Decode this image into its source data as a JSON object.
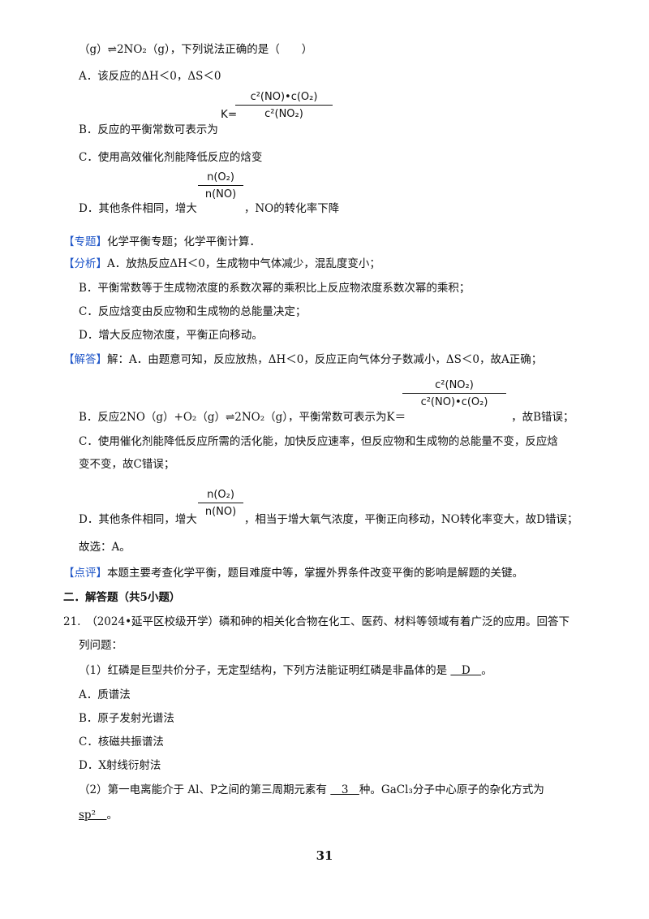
{
  "lines": {
    "l1": "（g）⇌2NO₂（g），下列说法正确的是（　　）",
    "a": "A．该反应的ΔH＜0，ΔS＜0",
    "b": "B．反应的平衡常数可表示为",
    "c": "C．使用高效催化剂能降低反应的焓变",
    "d_pre": "D．其他条件相同，增大",
    "d_post": "，NO的转化率下降",
    "zhuanti_tag": "【专题】",
    "zhuanti": "化学平衡专题；化学平衡计算．",
    "fenxi_tag": "【分析】",
    "fenxi_a": "A．放热反应ΔH＜0，生成物中气体减少，混乱度变小；",
    "fenxi_b": "B．平衡常数等于生成物浓度的系数次幂的乘积比上反应物浓度系数次幂的乘积；",
    "fenxi_c": "C．反应焓变由反应物和生成物的总能量决定；",
    "fenxi_d": "D．增大反应物浓度，平衡正向移动。",
    "jieda_tag": "【解答】",
    "jieda_a": "解：A．由题意可知，反应放热，ΔH＜0，反应正向气体分子数减小，ΔS＜0，故A正确；",
    "jieda_b_pre": "B．反应2NO（g）+O₂（g）⇌2NO₂（g），平衡常数可表示为K＝",
    "jieda_b_post": "，故B错误；",
    "jieda_c1": "C．使用催化剂能降低反应所需的活化能，加快反应速率，但反应物和生成物的总能量不变，反应焓",
    "jieda_c2": "变不变，故C错误；",
    "jieda_d_pre": "D．其他条件相同，增大",
    "jieda_d_post": "，相当于增大氧气浓度，平衡正向移动，NO转化率变大，故D错误；",
    "guxuan": "故选：A。",
    "dianping_tag": "【点评】",
    "dianping": "本题主要考查化学平衡，题目难度中等，掌握外界条件改变平衡的影响是解题的关键。",
    "section": "二．解答题（共5小题）",
    "q21_1": "21.　（2024•延平区校级开学）磷和砷的相关化合物在化工、医药、材料等领域有着广泛的应用。回答下",
    "q21_2": "列问题：",
    "q1_pre": "（1）红磷是巨型共价分子，无定型结构，下列方法能证明红磷是非晶体的是",
    "q1_ans": "　D　",
    "q1_post": "。",
    "opt_a": "A．质谱法",
    "opt_b": "B．原子发射光谱法",
    "opt_c": "C．核磁共振谱法",
    "opt_d": "D．X射线衍射法",
    "q2_pre": "（2）第一电离能介于 Al、P之间的第三周期元素有",
    "q2_ans": "　3　",
    "q2_mid": "种。GaCl₃分子中心原子的杂化方式为",
    "q2_ans2": "sp²　",
    "q2_post": "。"
  },
  "formulas": {
    "k_prefix": "K=",
    "k_num": "c²(NO)•c(O₂)",
    "k_den": "c²(NO₂)",
    "d_num": "n(O₂)",
    "d_den": "n(NO)",
    "kb_num": "c²(NO₂)",
    "kb_den": "c²(NO)•c(O₂)"
  },
  "page_number": "31",
  "colors": {
    "tag": "#1f56c8",
    "text": "#111111"
  }
}
